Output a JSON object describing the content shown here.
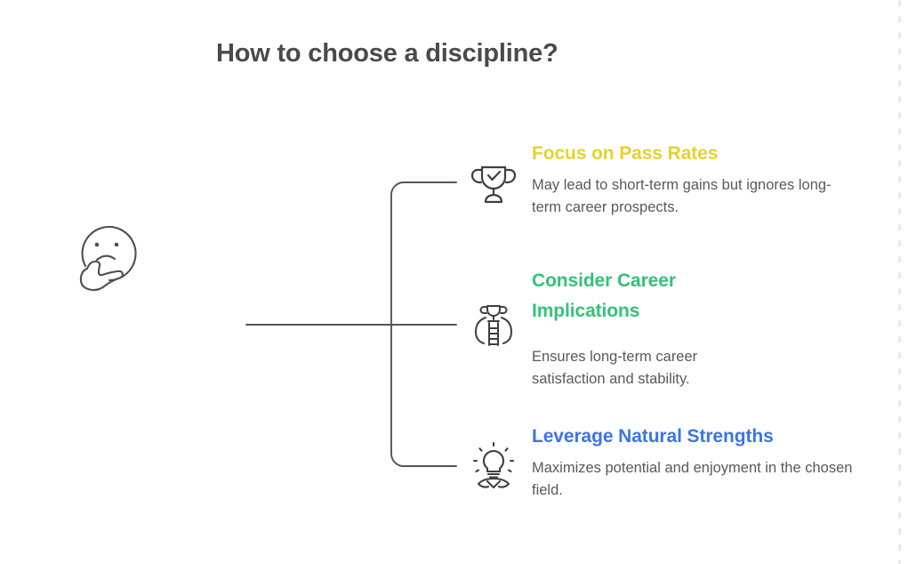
{
  "page": {
    "title": "How to choose a discipline?",
    "background_color": "#ffffff",
    "title_color": "#4a4a4a",
    "body_text_color": "#595959",
    "connector_color": "#555555"
  },
  "root_node": {
    "icon": "thinking-face-icon",
    "label": ""
  },
  "branches": [
    {
      "id": "focus-on-pass-rates",
      "icon": "trophy-check-icon",
      "heading": "Focus on Pass Rates",
      "heading_color": "#e5d32f",
      "description": "May lead to short-term gains but ignores long-term career prospects."
    },
    {
      "id": "consider-career-implications",
      "icon": "career-ladder-trophy-icon",
      "heading": "Consider Career Implications",
      "heading_color": "#34c17b",
      "description": "Ensures long-term career satisfaction and stability."
    },
    {
      "id": "leverage-natural-strengths",
      "icon": "lightbulb-brain-icon",
      "heading": "Leverage Natural Strengths",
      "heading_color": "#3b74e8",
      "description": "Maximizes potential and enjoyment in the chosen field."
    }
  ]
}
